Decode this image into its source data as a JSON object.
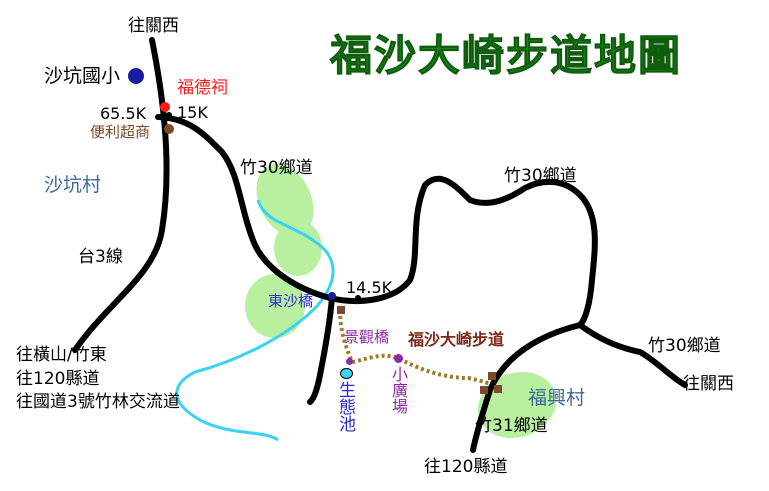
{
  "title": "福沙大崎步道地圖",
  "colors": {
    "title": "#1a8a1a",
    "road": "#000000",
    "river": "#39d3f5",
    "green_area": "#b8f0a0",
    "trail": "#a07a2a",
    "temple": "#ff1a1a",
    "school": "#1a1aa0",
    "store": "#7b4a2a",
    "bridge_label": "#2b2bd0",
    "plaza_label": "#8a2aa0",
    "village_label": "#3a6a9a",
    "trail_label": "#7b2a1a"
  },
  "labels": {
    "to_guanxi_top": "往關西",
    "shakeng_school": "沙坑國小",
    "fude_temple": "福德祠",
    "km_65_5": "65.5K",
    "km_15": "15K",
    "convenience_store": "便利超商",
    "shakeng_village": "沙坑村",
    "bamboo30_upper": "竹30鄉道",
    "bamboo30_top_right": "竹30鄉道",
    "route_3": "台3線",
    "dongsha_bridge": "東沙橋",
    "km_14_5": "14.5K",
    "jingguan_bridge": "景觀橋",
    "trail_name": "福沙大崎步道",
    "bamboo30_right": "竹30鄉道",
    "to_guanxi_right": "往關西",
    "to_hengshan": "往橫山/竹東",
    "to_county120_left": "往120縣道",
    "to_nat3": "往國道3號竹林交流道",
    "eco_pond": "生態池",
    "small_plaza": "小廣場",
    "fuxing_village": "福興村",
    "bamboo31": "竹31鄉道",
    "to_county120_bottom": "往120縣道"
  },
  "icons": {
    "school": "blue-circle-marker",
    "temple": "red-dot-marker",
    "store": "brown-dot-marker",
    "bridge": "blue-dot-marker",
    "pond": "cyan-oval-marker",
    "plaza": "purple-dot-marker",
    "trailhead": "brown-square-marker"
  }
}
